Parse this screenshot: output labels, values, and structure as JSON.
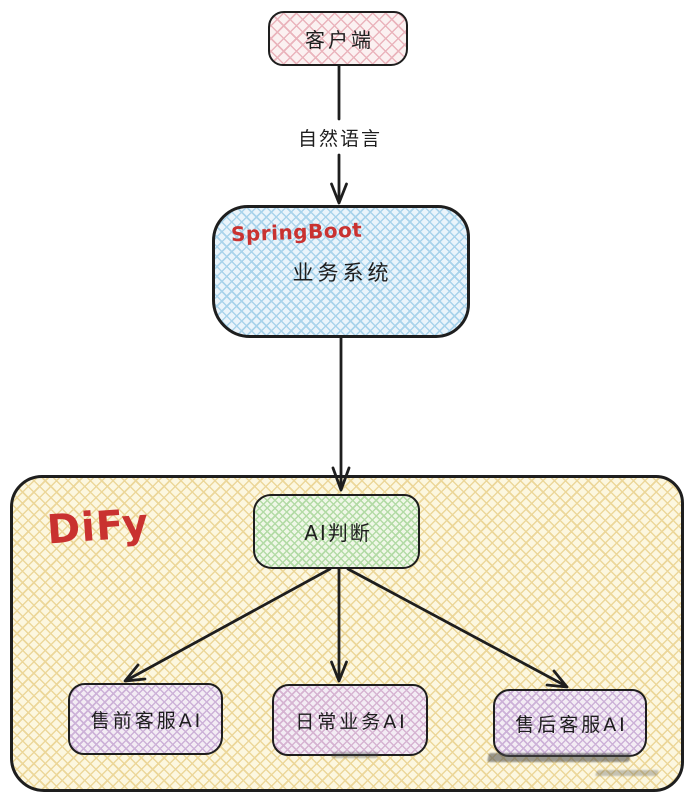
{
  "diagram": {
    "nodes": {
      "client": {
        "label": "客户端"
      },
      "springboot": {
        "tag": "SpringBoot",
        "label": "业务系统"
      },
      "dify": {
        "tag": "DiFy"
      },
      "ai_router": {
        "label": "AI判断"
      },
      "presales": {
        "label": "售前客服AI"
      },
      "daily": {
        "label": "日常业务AI"
      },
      "aftersales": {
        "label": "售后客服AI"
      }
    },
    "edges": {
      "client_to_springboot": {
        "from": "客户端",
        "to": "业务系统",
        "label": "自然语言"
      },
      "springboot_to_ai": {
        "from": "业务系统",
        "to": "AI判断",
        "label": ""
      },
      "ai_to_presales": {
        "from": "AI判断",
        "to": "售前客服AI",
        "label": ""
      },
      "ai_to_daily": {
        "from": "AI判断",
        "to": "日常业务AI",
        "label": ""
      },
      "ai_to_aftersales": {
        "from": "AI判断",
        "to": "售后客服AI",
        "label": ""
      }
    }
  },
  "colors": {
    "stroke": "#1e1e1e",
    "text": "#1e1e1e",
    "accent_red": "#c93230",
    "client_base": "#fbf1f1",
    "client_hatch": "#eab4bc",
    "springboot_base": "#eaf4fb",
    "springboot_hatch": "#a9d3eb",
    "dify_base": "#fcf7e0",
    "dify_hatch": "#ecd79a",
    "ai_base": "#eff7e7",
    "ai_hatch": "#b3dba6",
    "agent_base": "#f3ecf4",
    "agent_hatch": "#cdb2d8",
    "agent_hatch2": "#d6b4d2"
  }
}
